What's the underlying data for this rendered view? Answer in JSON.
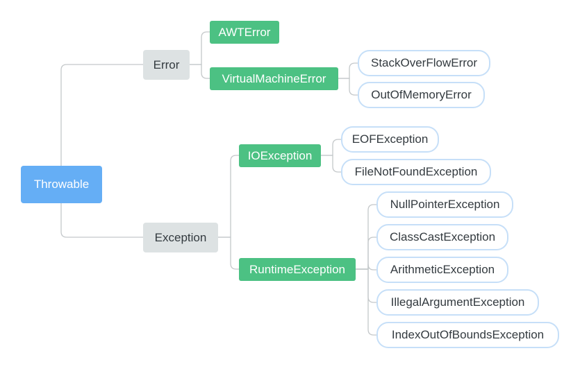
{
  "diagram": {
    "root": {
      "label": "Throwable"
    },
    "error": {
      "label": "Error",
      "children": {
        "awt": {
          "label": "AWTError"
        },
        "vm": {
          "label": "VirtualMachineError",
          "children": [
            "StackOverFlowError",
            "OutOfMemoryError"
          ]
        }
      }
    },
    "exception": {
      "label": "Exception",
      "children": {
        "io": {
          "label": "IOException",
          "children": [
            "EOFException",
            "FileNotFoundException"
          ]
        },
        "runtime": {
          "label": "RuntimeException",
          "children": [
            "NullPointerException",
            "ClassCastException",
            "ArithmeticException",
            "IllegalArgumentException",
            "IndexOutOfBoundsException"
          ]
        }
      }
    }
  }
}
